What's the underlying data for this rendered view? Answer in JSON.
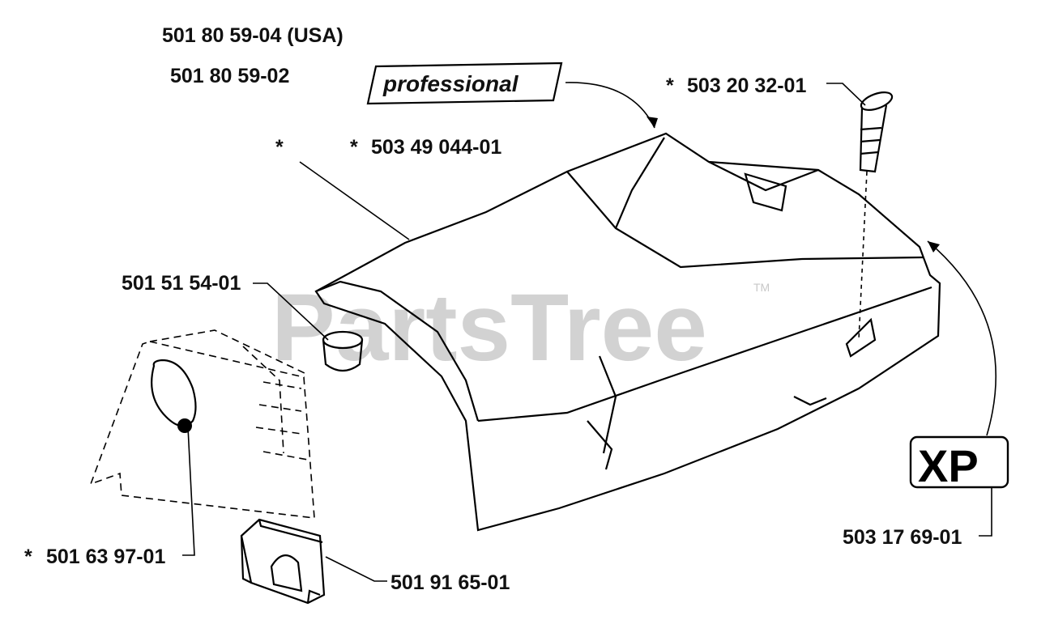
{
  "watermark": {
    "text": "PartsTree",
    "tm": "TM"
  },
  "badges": {
    "professional": "professional",
    "xp": "XP"
  },
  "parts": [
    {
      "number": "501 80 59-04 (USA)",
      "star": ""
    },
    {
      "number": "501 80 59-02",
      "star": ""
    },
    {
      "number": "503 49 044-01",
      "star": "*"
    },
    {
      "number": "503 20 32-01",
      "star": "*"
    },
    {
      "number": "501 51 54-01",
      "star": ""
    },
    {
      "number": "503 17 69-01",
      "star": ""
    },
    {
      "number": "501 63 97-01",
      "star": "*"
    },
    {
      "number": "501 91 65-01",
      "star": ""
    }
  ],
  "extra_marks": {
    "lone_star": "*"
  },
  "colors": {
    "ink": "#000000",
    "watermark": "#d2d2d2",
    "background": "#ffffff"
  }
}
